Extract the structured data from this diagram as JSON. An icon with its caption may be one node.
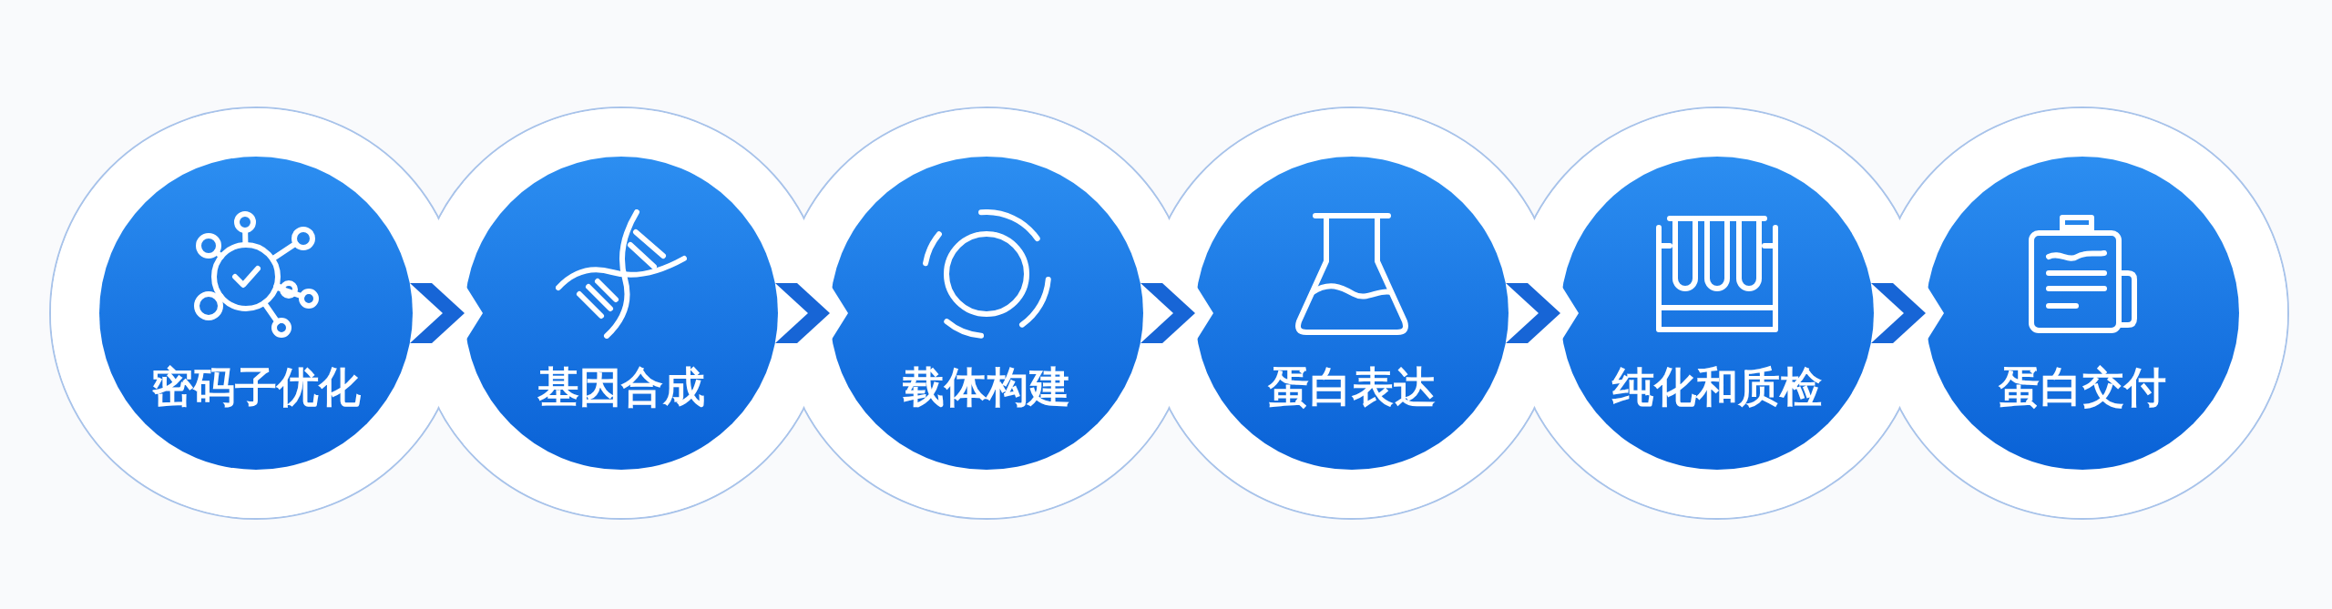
{
  "diagram": {
    "nodes": [
      {
        "text": [
          "密码子优化"
        ]
      },
      {
        "text": [
          "基因合成"
        ]
      },
      {
        "text": [
          "载体构建"
        ]
      },
      {
        "text": [
          "蛋白表达"
        ]
      },
      {
        "text": [
          "纯化和质检"
        ]
      },
      {
        "text": [
          "蛋白交付"
        ]
      }
    ],
    "edges": [
      {
        "from": 0,
        "to": 1,
        "arrow": "to"
      },
      {
        "from": 1,
        "to": 2,
        "arrow": "to"
      },
      {
        "from": 2,
        "to": 3,
        "arrow": "to"
      },
      {
        "from": 3,
        "to": 4,
        "arrow": "to"
      },
      {
        "from": 4,
        "to": 5,
        "arrow": "to"
      }
    ]
  }
}
